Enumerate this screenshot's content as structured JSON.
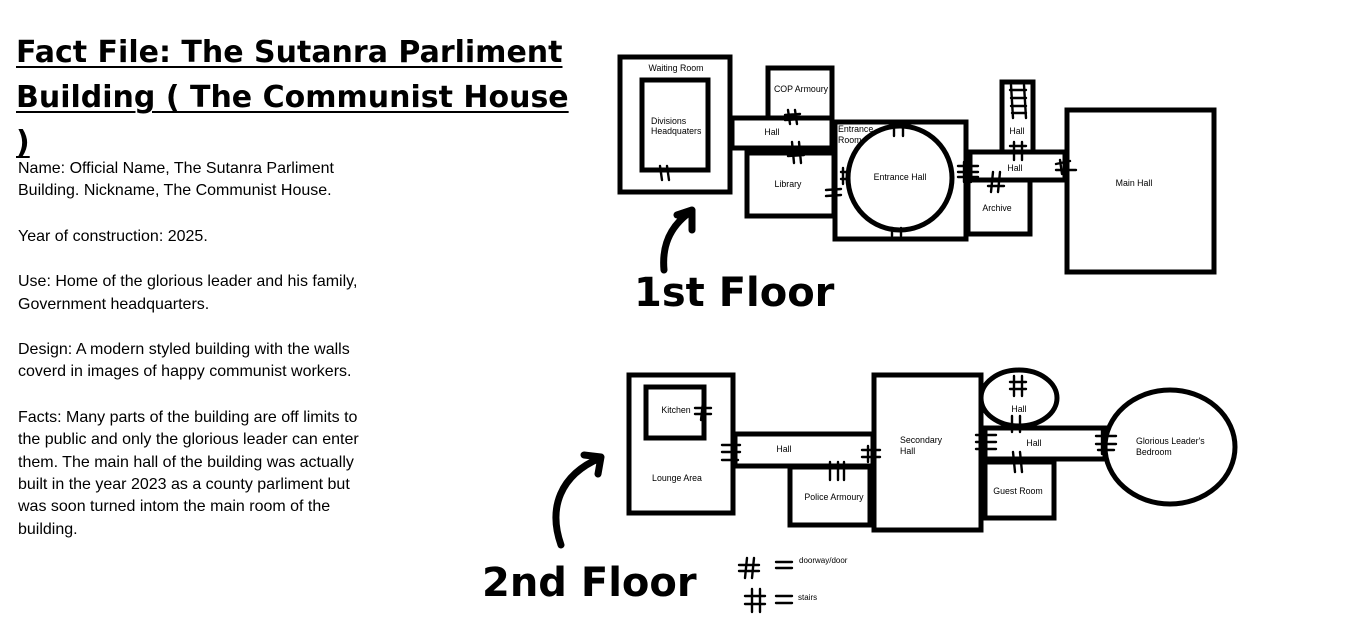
{
  "title_line1": "Fact File: The Sutanra Parliment",
  "title_line2": "Building ( The Communist House )",
  "facts": [
    "Name: Official Name, The Sutanra Parliment Building. Nickname, The Communist House.",
    "Year of construction: 2025.",
    "Use: Home of the glorious leader and his family, Government headquarters.",
    "Design: A modern styled building with the walls coverd in images of happy communist workers.",
    "Facts: Many parts of the building are off limits to the public and only the glorious leader can enter them. The main hall of the building was actually built in the year 2023 as a county parliment but was soon turned intom the main room of the building."
  ],
  "floor1": {
    "label": "1st Floor",
    "rooms": {
      "waiting_room": "Waiting Room",
      "divisions_hq_1": "Divisions",
      "divisions_hq_2": "Headquaters",
      "cop_armoury": "COP Armoury",
      "hall_left": "Hall",
      "library": "Library",
      "entrance_room_1": "Entrance",
      "entrance_room_2": "Room",
      "entrance_hall": "Entrance Hall",
      "stair_hall": "Hall",
      "hall_right": "Hall",
      "archive": "Archive",
      "main_hall": "Main Hall"
    }
  },
  "floor2": {
    "label": "2nd Floor",
    "rooms": {
      "kitchen": "Kitchen",
      "lounge_area": "Lounge Area",
      "hall_left": "Hall",
      "police_armoury": "Police Armoury",
      "secondary_hall_1": "Secondary",
      "secondary_hall_2": "Hall",
      "stair_hall": "Hall",
      "hall_right": "Hall",
      "guest_room": "Guest Room",
      "leaders_bedroom_1": "Glorious Leader's",
      "leaders_bedroom_2": "Bedroom"
    }
  },
  "legend": {
    "door": "doorway/door",
    "stairs": "stairs"
  }
}
